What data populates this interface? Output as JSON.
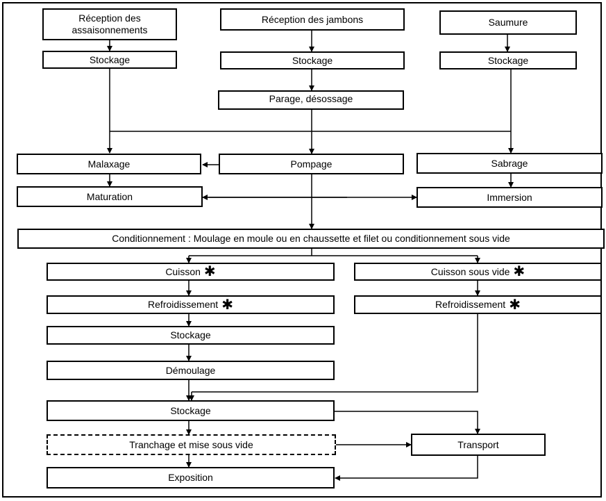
{
  "nodes": {
    "reception_assaisonnements": {
      "label": "Réception des assaisonnements"
    },
    "reception_jambons": {
      "label": "Réception des jambons"
    },
    "saumure": {
      "label": "Saumure"
    },
    "stockage_assaisonnements": {
      "label": "Stockage"
    },
    "stockage_jambons": {
      "label": "Stockage"
    },
    "stockage_saumure": {
      "label": "Stockage"
    },
    "parage": {
      "label": "Parage, désossage"
    },
    "malaxage": {
      "label": "Malaxage"
    },
    "pompage": {
      "label": "Pompage"
    },
    "sabrage": {
      "label": "Sabrage"
    },
    "maturation": {
      "label": "Maturation"
    },
    "immersion": {
      "label": "Immersion"
    },
    "conditionnement": {
      "label": "Conditionnement : Moulage en moule ou en chaussette et filet ou conditionnement sous vide"
    },
    "cuisson": {
      "label": "Cuisson",
      "star": "✱"
    },
    "cuisson_sous_vide": {
      "label": "Cuisson sous vide",
      "star": "✱"
    },
    "refroidissement_1": {
      "label": "Refroidissement",
      "star": "✱"
    },
    "refroidissement_2": {
      "label": "Refroidissement",
      "star": "✱"
    },
    "stockage_cuit": {
      "label": "Stockage"
    },
    "demoulage": {
      "label": "Démoulage"
    },
    "stockage_final": {
      "label": "Stockage"
    },
    "tranchage": {
      "label": "Tranchage et mise sous vide"
    },
    "transport": {
      "label": "Transport"
    },
    "exposition": {
      "label": "Exposition"
    }
  },
  "colors": {
    "line": "#000000",
    "box_border": "#000000",
    "background": "#ffffff"
  }
}
